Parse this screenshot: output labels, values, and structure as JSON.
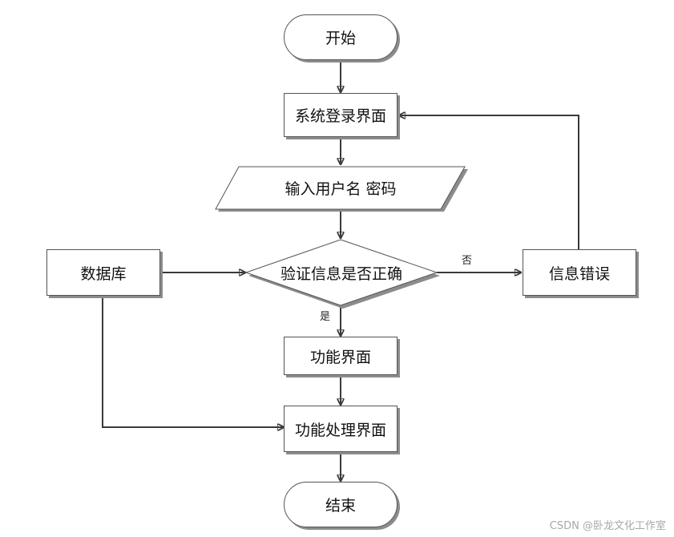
{
  "nodes": {
    "start": "开始",
    "login": "系统登录界面",
    "input": "输入用户名 密码",
    "verify": "验证信息是否正确",
    "database": "数据库",
    "error": "信息错误",
    "function": "功能界面",
    "process": "功能处理界面",
    "end": "结束"
  },
  "edges": [
    {
      "from": "start",
      "to": "login"
    },
    {
      "from": "login",
      "to": "input"
    },
    {
      "from": "input",
      "to": "verify"
    },
    {
      "from": "database",
      "to": "verify"
    },
    {
      "from": "verify",
      "to": "error",
      "label": "否"
    },
    {
      "from": "error",
      "to": "login"
    },
    {
      "from": "verify",
      "to": "function",
      "label": "是"
    },
    {
      "from": "function",
      "to": "process"
    },
    {
      "from": "database",
      "to": "process"
    },
    {
      "from": "process",
      "to": "end"
    }
  ],
  "labels": {
    "no": "否",
    "yes": "是"
  },
  "watermark": "CSDN @卧龙文化工作室",
  "colors": {
    "stroke": "#3a3a3a",
    "border": "#555555",
    "shadow": "#8c8c8c"
  }
}
